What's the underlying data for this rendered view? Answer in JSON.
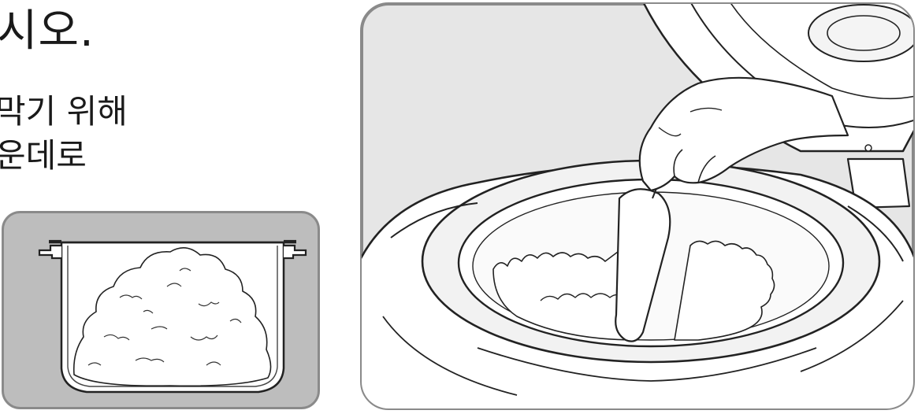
{
  "heading": "시오.",
  "body_lines": [
    "막기 위해",
    "운데로"
  ],
  "figures": {
    "left_panel": {
      "icon": "rice-pot-full-icon",
      "frame_color": "#8a8a8a",
      "fill_color": "#bdbdbd"
    },
    "right_panel": {
      "icon": "cooker-stirring-rice-icon",
      "frame_color": "#8a8a8a",
      "fill_color": "#e0e0e0"
    }
  }
}
